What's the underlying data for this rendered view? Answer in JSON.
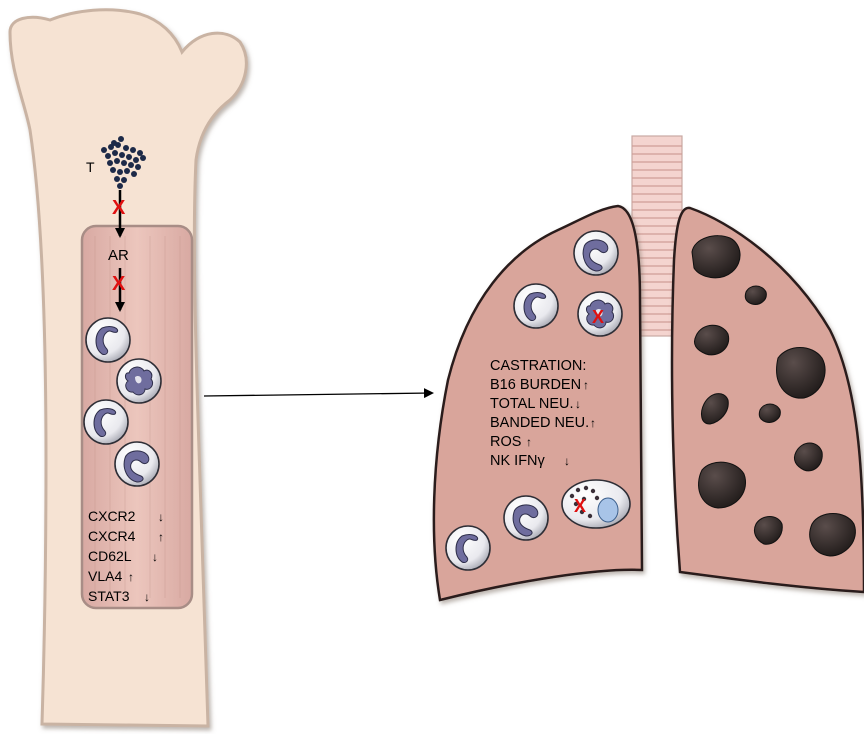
{
  "colors": {
    "bone": "#f6e3d3",
    "bone_edge": "#c9b3a3",
    "marrow": "#e2b7ae",
    "lung": "#d9a59b",
    "lung_edge": "#2a1c1a",
    "trachea": "#f1cfc9",
    "metastasis": "#2b2423",
    "nucleus": "#6f6d9e",
    "x_mark": "#e01010"
  },
  "bone": {
    "t_label": "T",
    "ar_label": "AR",
    "blocked_marker": "X",
    "markers": [
      {
        "name": "CXCR2",
        "direction": "↓"
      },
      {
        "name": "CXCR4",
        "direction": "↑"
      },
      {
        "name": "CD62L",
        "direction": "↓"
      },
      {
        "name": "VLA4",
        "direction": "↑"
      },
      {
        "name": "STAT3",
        "direction": "↓"
      }
    ]
  },
  "lung": {
    "heading": "CASTRATION:",
    "effects": [
      {
        "name": "B16 BURDEN",
        "direction": "↑"
      },
      {
        "name": "TOTAL NEU.",
        "direction": "↓"
      },
      {
        "name": "BANDED NEU.",
        "direction": "↑"
      },
      {
        "name": "ROS",
        "direction": "↑"
      },
      {
        "name": "NK IFNγ",
        "direction": "↓"
      }
    ],
    "blocked_marker": "X"
  }
}
